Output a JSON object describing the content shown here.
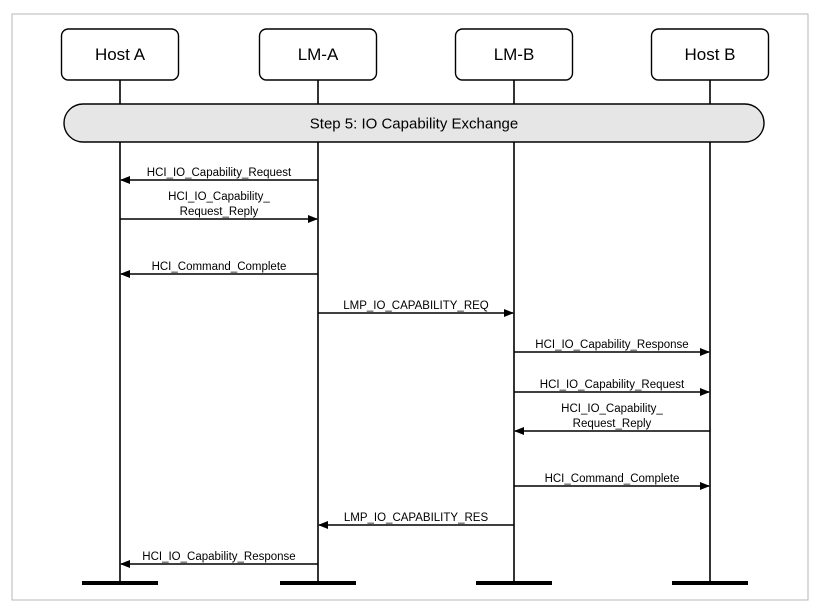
{
  "participants": [
    {
      "name": "Host A"
    },
    {
      "name": "LM-A"
    },
    {
      "name": "LM-B"
    },
    {
      "name": "Host B"
    }
  ],
  "step": "Step 5:  IO Capability Exchange",
  "messages": [
    {
      "from": 1,
      "to": 0,
      "lines": [
        "HCI_IO_Capability_Request"
      ]
    },
    {
      "from": 0,
      "to": 1,
      "lines": [
        "HCI_IO_Capability_",
        "Request_Reply"
      ]
    },
    {
      "from": 1,
      "to": 0,
      "lines": [
        "HCI_Command_Complete"
      ]
    },
    {
      "from": 1,
      "to": 2,
      "lines": [
        "LMP_IO_CAPABILITY_REQ"
      ]
    },
    {
      "from": 2,
      "to": 3,
      "lines": [
        "HCI_IO_Capability_Response"
      ]
    },
    {
      "from": 2,
      "to": 3,
      "lines": [
        "HCI_IO_Capability_Request"
      ]
    },
    {
      "from": 3,
      "to": 2,
      "lines": [
        "HCI_IO_Capability_",
        "Request_Reply"
      ]
    },
    {
      "from": 2,
      "to": 3,
      "lines": [
        "HCI_Command_Complete"
      ]
    },
    {
      "from": 2,
      "to": 1,
      "lines": [
        "LMP_IO_CAPABILITY_RES"
      ]
    },
    {
      "from": 1,
      "to": 0,
      "lines": [
        "HCI_IO_Capability_Response"
      ]
    }
  ]
}
